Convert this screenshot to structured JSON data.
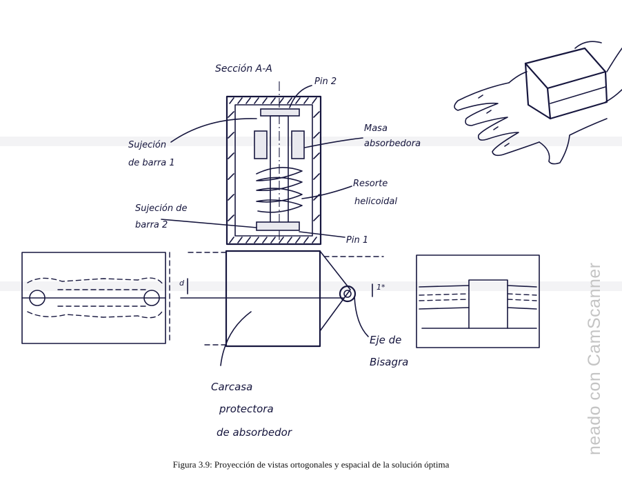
{
  "labels": {
    "section": "Sección A-A",
    "pin2": "Pin 2",
    "mass_1": "Masa",
    "mass_2": "absorbedora",
    "spring_1": "Resorte",
    "spring_2": "helicoidal",
    "clamp1_1": "Sujeción",
    "clamp1_2": "de barra 1",
    "clamp2_1": "Sujeción de",
    "clamp2_2": "barra 2",
    "pin1": "Pin 1",
    "hinge_1": "Eje de",
    "hinge_2": "Bisagra",
    "housing_1": "Carcasa",
    "housing_2": "protectora",
    "housing_3": "de absorbedor",
    "dim_a": "d",
    "dim_b": "1*"
  },
  "watermark": "neado con CamScanner",
  "caption": "Figura 3.9: Proyección de vistas ortogonales y espacial de la solución óptima"
}
